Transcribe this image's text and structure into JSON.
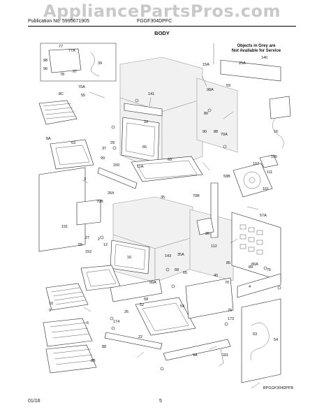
{
  "watermark": "AppliancePartsPros.com",
  "header": {
    "publication": "Publication No: 5995671905",
    "model": "FGGF304DPFC"
  },
  "section_title": "BODY",
  "note": {
    "line1": "Objects in Grey are",
    "line2": "Not Available for Service"
  },
  "footer": {
    "date": "01/16",
    "page": "5",
    "diagram_ref": "BPGGF304DPFB"
  },
  "part_labels": [
    "77",
    "77A",
    "98",
    "96",
    "97",
    "39",
    "78",
    "70A",
    "8C",
    "55",
    "141",
    "25A",
    "140",
    "15A",
    "59",
    "33",
    "29",
    "66",
    "68",
    "8A",
    "63",
    "37",
    "3",
    "150",
    "99",
    "70B",
    "27",
    "2",
    "86",
    "112",
    "12",
    "264",
    "98A",
    "90",
    "80",
    "70A",
    "88",
    "107",
    "105",
    "161",
    "111",
    "16",
    "59B",
    "35",
    "70B",
    "11A",
    "191",
    "152",
    "16",
    "55",
    "35A",
    "65",
    "68",
    "143",
    "57A",
    "89",
    "70",
    "40",
    "99A",
    "54",
    "4",
    "53",
    "75",
    "10",
    "9",
    "6",
    "8B",
    "174",
    "22",
    "173",
    "181",
    "9A",
    "26",
    "88",
    "58",
    "52",
    "54",
    "89A",
    "85",
    "70"
  ]
}
